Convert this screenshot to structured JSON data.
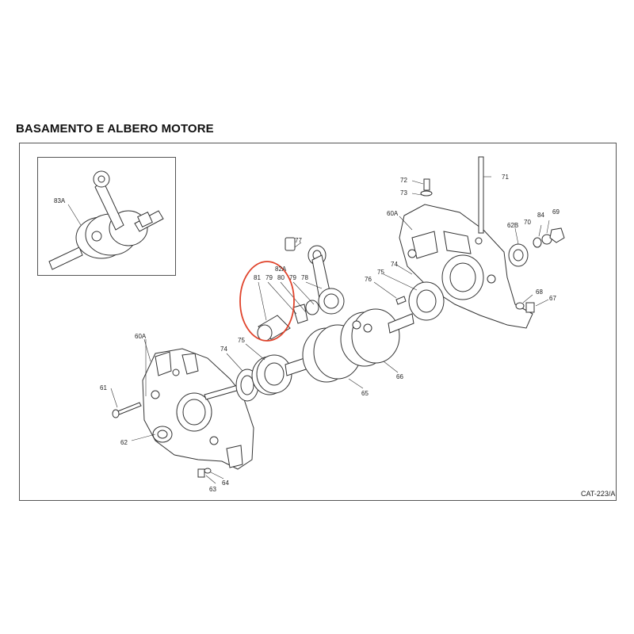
{
  "title": "BASAMENTO E ALBERO MOTORE",
  "catalog_code": "CAT-223/A",
  "part_labels": {
    "p83A": "83A",
    "p72": "72",
    "p73": "73",
    "p71": "71",
    "p60A_right": "60A",
    "p62B": "62B",
    "p70": "70",
    "p84": "84",
    "p69": "69",
    "p77": "77",
    "p82A": "82A",
    "p81": "81",
    "p79a": "79",
    "p80": "80",
    "p79b": "79",
    "p78": "78",
    "p74_right": "74",
    "p75_right": "75",
    "p76": "76",
    "p68": "68",
    "p67": "67",
    "p60A_left": "60A",
    "p74_left": "74",
    "p75_left": "75",
    "p61": "61",
    "p62": "62",
    "p63": "63",
    "p64": "64",
    "p65": "65",
    "p66": "66"
  },
  "colors": {
    "line": "#333333",
    "highlight": "#e0442c"
  }
}
